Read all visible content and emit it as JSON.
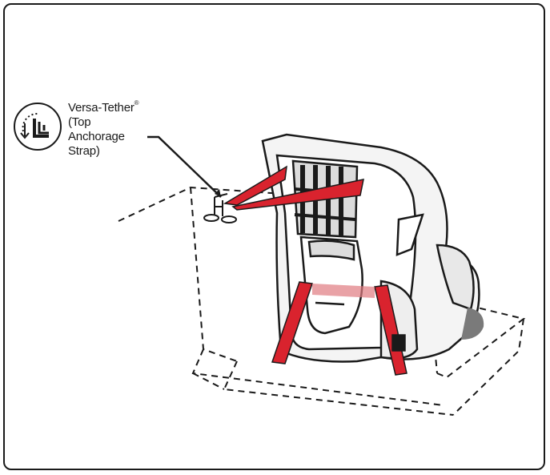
{
  "callout": {
    "brand": "Versa-Tether",
    "mark": "®",
    "line2": "(Top",
    "line3": "Anchorage",
    "line4": "Strap)"
  },
  "colors": {
    "strap": "#d9232e",
    "outline": "#1a1a1a",
    "seat_fill": "#f2f2f2",
    "shadow": "#7a7a7a"
  },
  "icons": {
    "badge": "car-seat-tether-icon"
  }
}
